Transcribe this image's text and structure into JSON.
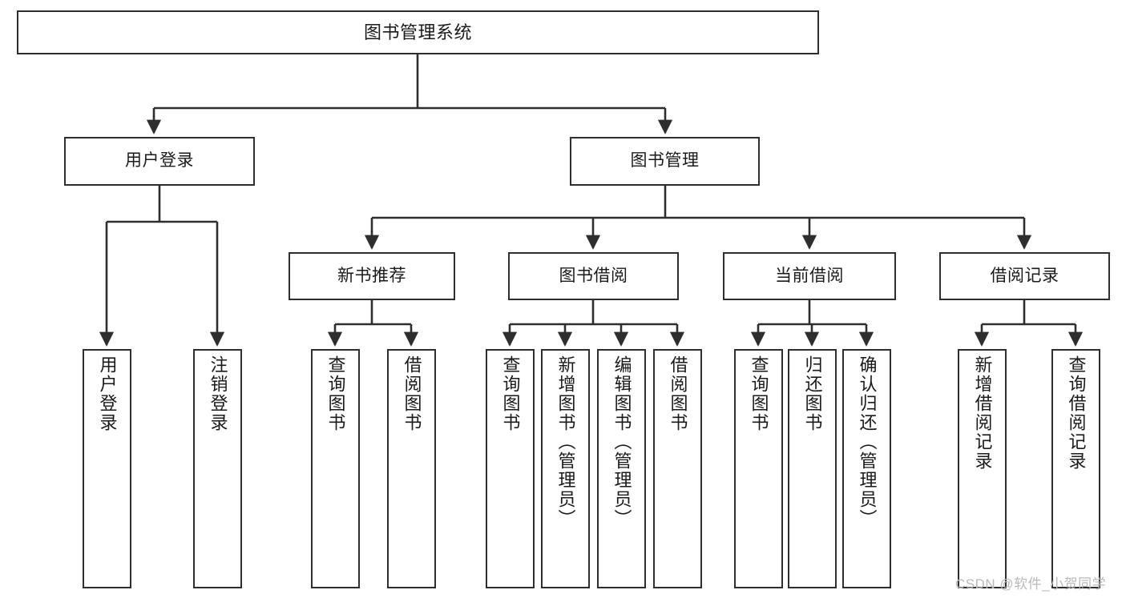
{
  "diagram": {
    "kind": "tree-hierarchy",
    "title": "图书管理系统",
    "watermark": "CSDN @软件_小贺同学",
    "colors": {
      "box_border": "#2e2e2e",
      "box_fill": "#ffffff",
      "connector": "#2e2e2e",
      "text": "#1a1a1a",
      "watermark": "#b9b9b9",
      "background": "#ffffff"
    },
    "nodes": {
      "root": {
        "label": "图书管理系统"
      },
      "level1": [
        {
          "id": "user-login",
          "label": "用户登录"
        },
        {
          "id": "book-manage",
          "label": "图书管理"
        }
      ],
      "level2": [
        {
          "id": "new-book-rec",
          "label": "新书推荐"
        },
        {
          "id": "book-borrow",
          "label": "图书借阅"
        },
        {
          "id": "current-borrow",
          "label": "当前借阅"
        },
        {
          "id": "borrow-record",
          "label": "借阅记录"
        }
      ],
      "leaves": {
        "user_login": [
          {
            "id": "leaf-user-login",
            "label": "用户登录"
          },
          {
            "id": "leaf-logout",
            "label": "注销登录"
          }
        ],
        "new_book_rec": [
          {
            "id": "leaf-query-book-1",
            "label": "查询图书"
          },
          {
            "id": "leaf-borrow-book-1",
            "label": "借阅图书"
          }
        ],
        "book_borrow": [
          {
            "id": "leaf-query-book-2",
            "label": "查询图书"
          },
          {
            "id": "leaf-add-book",
            "label": "新增图书（管理员）"
          },
          {
            "id": "leaf-edit-book",
            "label": "编辑图书（管理员）"
          },
          {
            "id": "leaf-borrow-book-2",
            "label": "借阅图书"
          }
        ],
        "current_borrow": [
          {
            "id": "leaf-query-book-3",
            "label": "查询图书"
          },
          {
            "id": "leaf-return-book",
            "label": "归还图书"
          },
          {
            "id": "leaf-confirm-return",
            "label": "确认归还（管理员）"
          }
        ],
        "borrow_record": [
          {
            "id": "leaf-add-record",
            "label": "新增借阅记录"
          },
          {
            "id": "leaf-query-record",
            "label": "查询借阅记录"
          }
        ]
      }
    }
  }
}
